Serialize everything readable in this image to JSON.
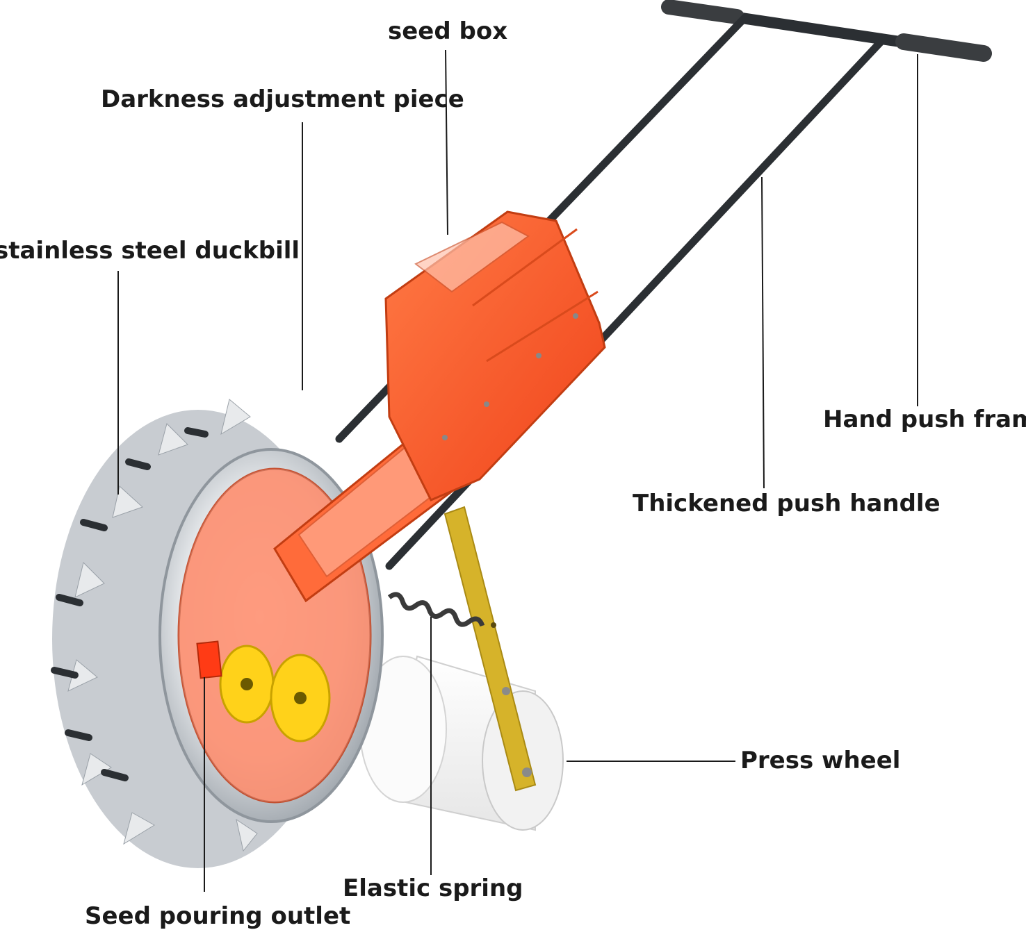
{
  "labels": {
    "seed_box": "seed box",
    "darkness_adjustment_piece": "Darkness adjustment piece",
    "stainless_steel_duckbill": "stainless steel duckbill",
    "hand_push_frame": "Hand push frame",
    "thickened_push_handle": "Thickened push handle",
    "press_wheel": "Press wheel",
    "elastic_spring": "Elastic spring",
    "seed_pouring_outlet": "Seed pouring outlet"
  },
  "colors": {
    "seed_box": "#ff5a2a",
    "frame": "#2b2f33",
    "steel": "#d9dde2",
    "yellow_parts": "#ffd21a",
    "strut": "#d6b32a",
    "press_wheel": "#f4f4f4",
    "leader_line": "#1a1a1a"
  }
}
